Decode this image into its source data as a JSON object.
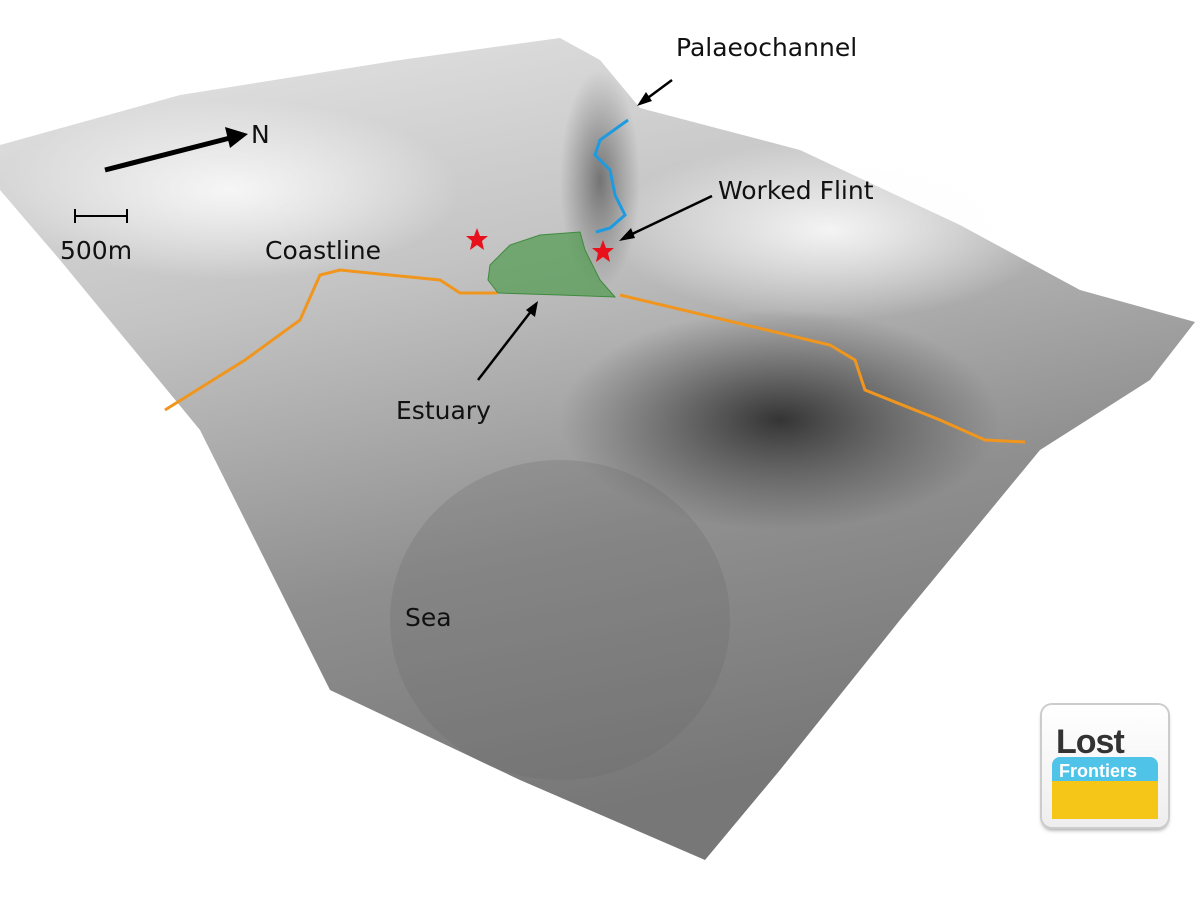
{
  "labels": {
    "north": "N",
    "scale": "500m",
    "coastline": "Coastline",
    "palaeochannel": "Palaeochannel",
    "worked_flint": "Worked Flint",
    "estuary": "Estuary",
    "sea": "Sea"
  },
  "logo": {
    "line1": "Lost",
    "line2": "Frontiers"
  },
  "colors": {
    "coastline": "#f0961e",
    "channel": "#1e9be0",
    "estuary": "#4f9a4f",
    "star": "#e8101a"
  }
}
